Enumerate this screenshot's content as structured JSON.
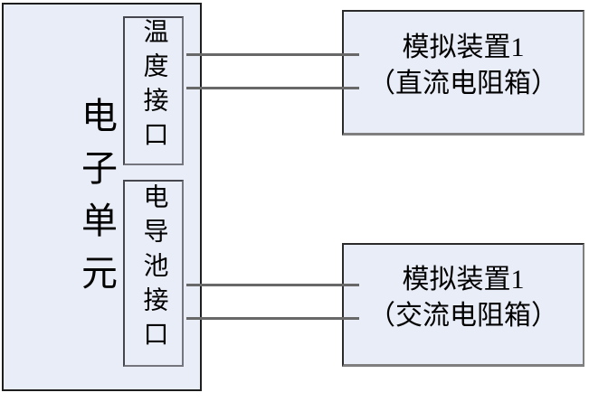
{
  "diagram": {
    "unit": {
      "label": "电子单元"
    },
    "interfaces": [
      {
        "label": "温度接口"
      },
      {
        "label": "电导池接口"
      }
    ],
    "devices": [
      {
        "title": "模拟装置1",
        "subtitle": "（直流电阻箱）"
      },
      {
        "title": "模拟装置1",
        "subtitle": "（交流电阻箱）"
      }
    ],
    "colors": {
      "box_fill": "#E9EDF7",
      "border_dark": "#2B2B2B",
      "border_shadow": "#7F7F7F",
      "connector": "#686868",
      "text": "#000000"
    }
  }
}
